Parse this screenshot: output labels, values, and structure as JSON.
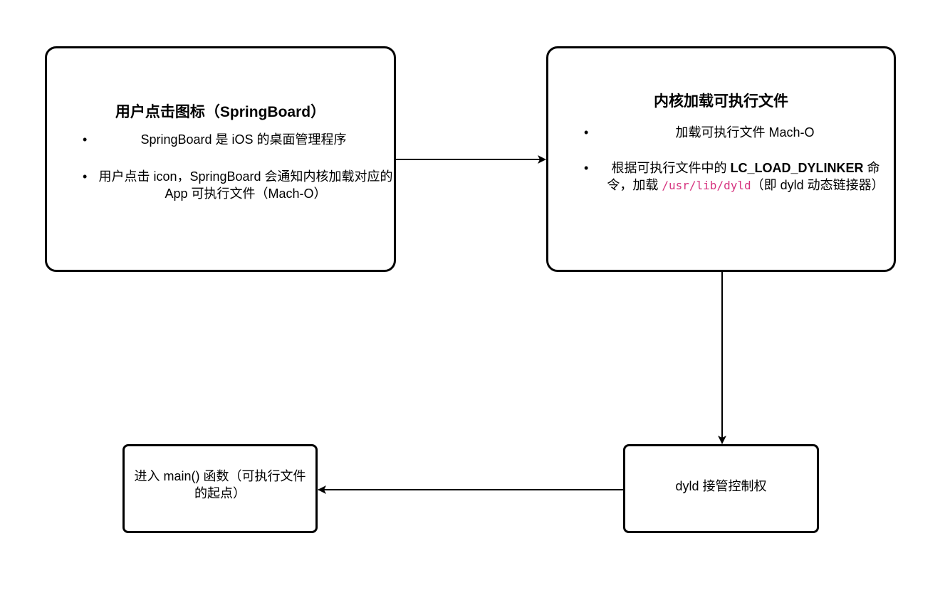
{
  "nodes": {
    "springboard": {
      "title": "用户点击图标（SpringBoard）",
      "bullets": [
        "SpringBoard 是 iOS 的桌面管理程序",
        "用户点击 icon，SpringBoard 会通知内核加载对应的 App 可执行文件（Mach-O）"
      ]
    },
    "kernel": {
      "title": "内核加载可执行文件",
      "bullet1": "加载可执行文件 Mach-O",
      "bullet2_prefix": "根据可执行文件中的 ",
      "bullet2_bold": "LC_LOAD_DYLINKER",
      "bullet2_mid": " 命令，加载 ",
      "bullet2_code": "/usr/lib/dyld",
      "bullet2_suffix": "（即 dyld 动态链接器）"
    },
    "dyld": {
      "label": "dyld 接管控制权"
    },
    "main": {
      "label": "进入 main() 函数（可执行文件的起点）"
    }
  },
  "bullet_symbol": "•",
  "colors": {
    "stroke": "#000000",
    "code_text": "#d6337f",
    "background": "#ffffff"
  }
}
